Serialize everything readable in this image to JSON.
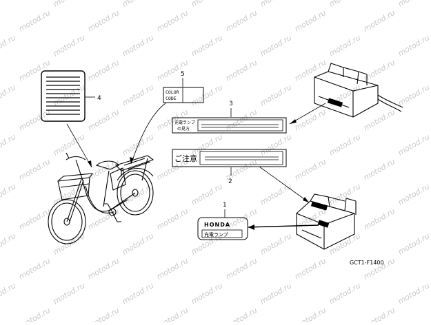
{
  "diagram": {
    "watermark": "motod.ru",
    "figure_code": "GCT1-F1400",
    "callouts": [
      {
        "id": "callout-1",
        "number": "1"
      },
      {
        "id": "callout-2",
        "number": "2"
      },
      {
        "id": "callout-3",
        "number": "3"
      },
      {
        "id": "callout-4",
        "number": "4"
      },
      {
        "id": "callout-5",
        "number": "5"
      }
    ],
    "labels": {
      "color_code_line1": "COLOR",
      "color_code_line2": "CODE",
      "charge_lamp_line1": "充電ランプ",
      "charge_lamp_line2": "の見方",
      "caution": "ご注意",
      "honda": "HONDA",
      "charge_lamp_short": "充電ランプ"
    }
  }
}
